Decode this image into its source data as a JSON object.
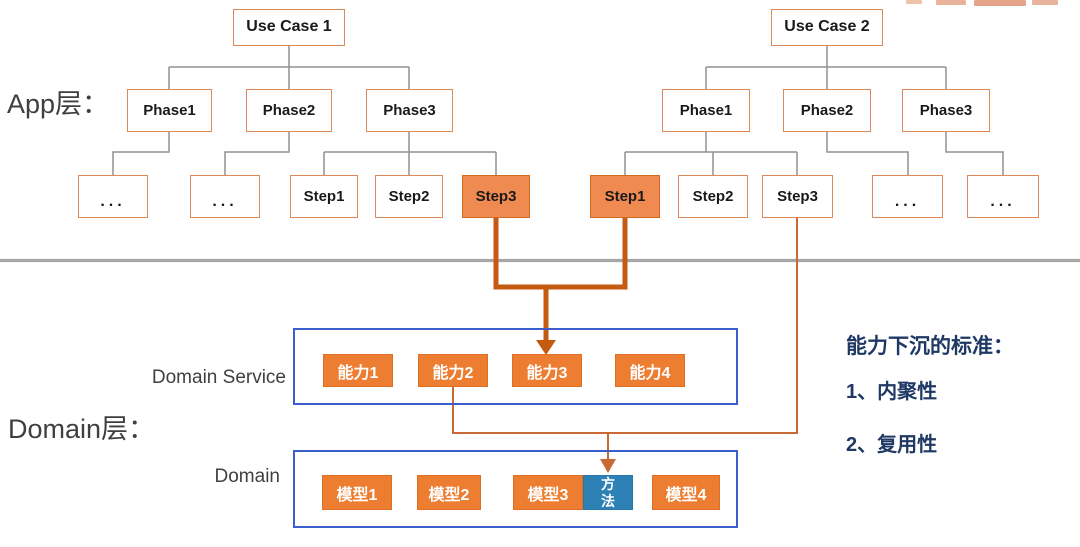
{
  "app": {
    "label": "App层：",
    "tree1": {
      "root": "Use Case 1",
      "phases": [
        "Phase1",
        "Phase2",
        "Phase3"
      ],
      "steps": [
        "...",
        "...",
        "Step1",
        "Step2",
        "Step3"
      ],
      "highlighted_step": "Step3"
    },
    "tree2": {
      "root": "Use Case 2",
      "phases": [
        "Phase1",
        "Phase2",
        "Phase3"
      ],
      "steps": [
        "Step1",
        "Step2",
        "Step3",
        "...",
        "..."
      ],
      "highlighted_step": "Step1"
    }
  },
  "domain": {
    "label": "Domain层：",
    "service": {
      "title": "Domain Service",
      "items": [
        "能力1",
        "能力2",
        "能力3",
        "能力4"
      ]
    },
    "model": {
      "title": "Domain",
      "items": [
        "模型1",
        "模型2",
        "模型3",
        "方法",
        "模型4"
      ],
      "method_item": "方法"
    }
  },
  "notes": {
    "title": "能力下沉的标准：",
    "items": [
      "1、内聚性",
      "2、复用性"
    ]
  },
  "colors": {
    "accent_orange": "#ED7D31",
    "step_highlight_orange": "#EF8A50",
    "arrow_dark_orange": "#C55A11",
    "thin_arrow_orange": "#C96A35",
    "container_blue": "#3C5ECC",
    "method_blue": "#2E81B5",
    "note_text_blue": "#1F3864",
    "divider_gray": "#A6A6A6",
    "tree_line_gray": "#909090"
  }
}
